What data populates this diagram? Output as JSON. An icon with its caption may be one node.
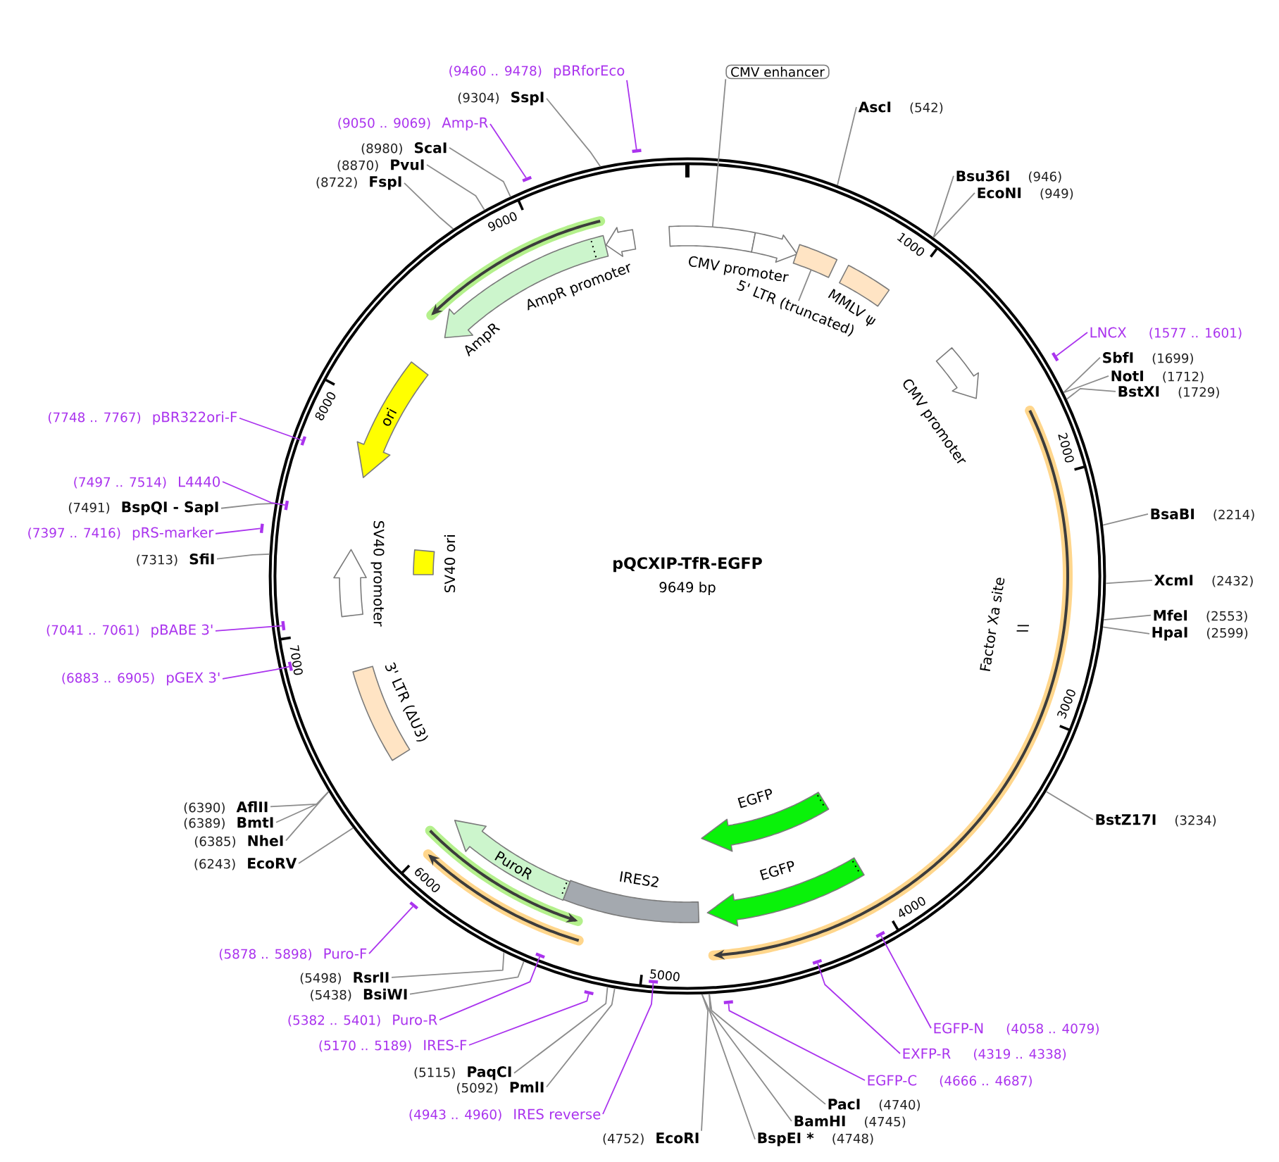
{
  "diagram": {
    "nodes": [
      {
        "text": [
          "pQCXIP-TfR-EGFP",
          "9649 bp"
        ]
      },
      {
        "text": [],
        "shape": "box",
        "in": 0
      },
      {
        "text": [
          "CMV promoter"
        ],
        "in": 0
      },
      {
        "text": [],
        "shape": "box",
        "in": 0
      },
      {
        "text": [
          "5' LTR (truncated)"
        ],
        "in": 0
      },
      {
        "text": [
          "MMLV ψ"
        ],
        "in": 0
      },
      {
        "text": [
          "CMV promoter"
        ],
        "in": 0
      },
      {
        "text": [
          "Factor Xa site"
        ],
        "in": 0
      },
      {
        "text": [
          "EGFP"
        ],
        "in": 0
      },
      {
        "text": [
          "EGFP"
        ],
        "in": 0
      },
      {
        "text": [
          "IRES2"
        ],
        "in": 0
      },
      {
        "text": [
          "PuroR"
        ],
        "in": 0
      },
      {
        "text": [
          "3' LTR (ΔU3)"
        ],
        "in": 0
      },
      {
        "text": [
          "SV40 promoter"
        ],
        "in": 0
      },
      {
        "text": [
          "SV40 ori"
        ],
        "in": 0
      },
      {
        "text": [
          "ori"
        ],
        "in": 0
      },
      {
        "text": [
          "AmpR"
        ],
        "in": 0
      },
      {
        "text": [
          "AmpR promoter"
        ],
        "in": 0
      },
      {
        "text": [
          "CMV enhancer"
        ]
      },
      {
        "text": [
          "AscI"
        ],
        "beside": [
          "(542)"
        ]
      },
      {
        "text": [
          "Bsu36I"
        ],
        "beside": [
          "(946)"
        ]
      },
      {
        "text": [
          "EcoNI"
        ],
        "beside": [
          "(949)"
        ]
      },
      {
        "text": [
          "LNCX"
        ],
        "beside": [
          "(1577 .. 1601)"
        ]
      },
      {
        "text": [],
        "shape": "bar"
      },
      {
        "text": [
          "SbfI"
        ],
        "beside": [
          "(1699)"
        ]
      },
      {
        "text": [
          "NotI"
        ],
        "beside": [
          "(1712)"
        ]
      },
      {
        "text": [
          "BstXI"
        ],
        "beside": [
          "(1729)"
        ]
      },
      {
        "text": [
          "BsaBI"
        ],
        "beside": [
          "(2214)"
        ]
      },
      {
        "text": [
          "XcmI"
        ],
        "beside": [
          "(2432)"
        ]
      },
      {
        "text": [
          "MfeI"
        ],
        "beside": [
          "(2553)"
        ]
      },
      {
        "text": [
          "HpaI"
        ],
        "beside": [
          "(2599)"
        ]
      },
      {
        "text": [
          "BstZ17I"
        ],
        "beside": [
          "(3234)"
        ]
      },
      {
        "text": [
          "EGFP-N"
        ],
        "beside": [
          "(4058 .. 4079)"
        ]
      },
      {
        "text": [],
        "shape": "bar",
        "in": 0
      },
      {
        "text": [
          "EXFP-R"
        ],
        "beside": [
          "(4319 .. 4338)"
        ]
      },
      {
        "text": [],
        "shape": "bar",
        "in": 0
      },
      {
        "text": [
          "EGFP-C"
        ],
        "beside": [
          "(4666 .. 4687)"
        ]
      },
      {
        "text": [],
        "shape": "bar"
      },
      {
        "text": [
          "PacI"
        ],
        "beside": [
          "(4740)"
        ]
      },
      {
        "text": [
          "BamHI"
        ],
        "beside": [
          "(4745)"
        ]
      },
      {
        "text": [
          "BspEI *"
        ],
        "beside": [
          "(4748)"
        ]
      },
      {
        "text": [
          "EcoRI"
        ],
        "beside": [
          "(4752)"
        ]
      },
      {
        "text": [
          "IRES reverse"
        ],
        "beside": [
          "(4943 .. 4960)"
        ]
      },
      {
        "text": [],
        "shape": "bar",
        "in": 0
      },
      {
        "text": [
          "PmlI"
        ],
        "beside": [
          "(5092)"
        ]
      },
      {
        "text": [
          "PaqCI"
        ],
        "beside": [
          "(5115)"
        ]
      },
      {
        "text": [
          "IRES-F"
        ],
        "beside": [
          "(5170 .. 5189)"
        ]
      },
      {
        "text": [],
        "shape": "bar"
      },
      {
        "text": [
          "Puro-R"
        ],
        "beside": [
          "(5382 .. 5401)"
        ]
      },
      {
        "text": [],
        "shape": "bar",
        "in": 0
      },
      {
        "text": [
          "BsiWI"
        ],
        "beside": [
          "(5438)"
        ]
      },
      {
        "text": [
          "RsrII"
        ],
        "beside": [
          "(5498)"
        ]
      },
      {
        "text": [
          "Puro-F"
        ],
        "beside": [
          "(5878 .. 5898)"
        ]
      },
      {
        "text": [],
        "shape": "bar"
      },
      {
        "text": [
          "EcoRV"
        ],
        "beside": [
          "(6243)"
        ]
      },
      {
        "text": [
          "NheI"
        ],
        "beside": [
          "(6385)"
        ]
      },
      {
        "text": [
          "BmtI"
        ],
        "beside": [
          "(6389)"
        ]
      },
      {
        "text": [
          "AflII"
        ],
        "beside": [
          "(6390)"
        ]
      },
      {
        "text": [
          "pGEX 3'"
        ],
        "beside": [
          "(6883 .. 6905)"
        ]
      },
      {
        "text": [],
        "shape": "bar",
        "in": 0
      },
      {
        "text": [
          "pBABE 3'"
        ],
        "beside": [
          "(7041 .. 7061)"
        ]
      },
      {
        "text": [],
        "shape": "bar",
        "in": 0
      },
      {
        "text": [
          "SfiI"
        ],
        "beside": [
          "(7313)"
        ]
      },
      {
        "text": [
          "pRS-marker"
        ],
        "beside": [
          "(7397 .. 7416)"
        ]
      },
      {
        "text": [],
        "shape": "bar"
      },
      {
        "text": [
          "BspQI - SapI"
        ],
        "beside": [
          "(7491)"
        ]
      },
      {
        "text": [
          "L4440"
        ],
        "beside": [
          "(7497 .. 7514)"
        ]
      },
      {
        "text": [],
        "shape": "bar",
        "in": 0
      },
      {
        "text": [
          "pBR322ori-F"
        ],
        "beside": [
          "(7748 .. 7767)"
        ]
      },
      {
        "text": [],
        "shape": "bar",
        "in": 0
      },
      {
        "text": [
          "FspI"
        ],
        "beside": [
          "(8722)"
        ]
      },
      {
        "text": [
          "PvuI"
        ],
        "beside": [
          "(8870)"
        ]
      },
      {
        "text": [
          "ScaI"
        ],
        "beside": [
          "(8980)"
        ]
      },
      {
        "text": [
          "Amp-R"
        ],
        "beside": [
          "(9050 .. 9069)"
        ]
      },
      {
        "text": [],
        "shape": "bar"
      },
      {
        "text": [
          "SspI"
        ],
        "beside": [
          "(9304)"
        ]
      },
      {
        "text": [
          "pBRforEco"
        ],
        "beside": [
          "(9460 .. 9478)"
        ]
      },
      {
        "text": [],
        "shape": "bar"
      }
    ],
    "edges": [
      {
        "from": 18,
        "to": 1,
        "arrow": "none"
      },
      {
        "from": 4,
        "to": 3,
        "arrow": "none"
      },
      {
        "from": 19,
        "to": 0,
        "arrow": "none"
      },
      {
        "from": 20,
        "to": 0,
        "arrow": "none"
      },
      {
        "from": 21,
        "to": 0,
        "arrow": "none"
      },
      {
        "from": 22,
        "to": 23,
        "arrow": "none",
        "color": "#aa33ee"
      },
      {
        "from": 24,
        "to": 0,
        "arrow": "none"
      },
      {
        "from": 25,
        "to": 0,
        "arrow": "none"
      },
      {
        "from": 26,
        "to": 0,
        "arrow": "none"
      },
      {
        "from": 27,
        "to": 0,
        "arrow": "none"
      },
      {
        "from": 28,
        "to": 0,
        "arrow": "none"
      },
      {
        "from": 29,
        "to": 0,
        "arrow": "none"
      },
      {
        "from": 30,
        "to": 0,
        "arrow": "none"
      },
      {
        "from": 31,
        "to": 0,
        "arrow": "none"
      },
      {
        "from": 32,
        "to": 33,
        "arrow": "none",
        "color": "#aa33ee"
      },
      {
        "from": 34,
        "to": 35,
        "arrow": "none",
        "color": "#aa33ee"
      },
      {
        "from": 36,
        "to": 37,
        "arrow": "none",
        "color": "#aa33ee"
      },
      {
        "from": 38,
        "to": 0,
        "arrow": "none"
      },
      {
        "from": 39,
        "to": 0,
        "arrow": "none"
      },
      {
        "from": 40,
        "to": 0,
        "arrow": "none"
      },
      {
        "from": 41,
        "to": 0,
        "arrow": "none"
      },
      {
        "from": 42,
        "to": 43,
        "arrow": "none",
        "color": "#aa33ee"
      },
      {
        "from": 44,
        "to": 0,
        "arrow": "none"
      },
      {
        "from": 45,
        "to": 0,
        "arrow": "none"
      },
      {
        "from": 46,
        "to": 47,
        "arrow": "none",
        "color": "#aa33ee"
      },
      {
        "from": 48,
        "to": 49,
        "arrow": "none",
        "color": "#aa33ee"
      },
      {
        "from": 50,
        "to": 0,
        "arrow": "none"
      },
      {
        "from": 51,
        "to": 0,
        "arrow": "none"
      },
      {
        "from": 52,
        "to": 53,
        "arrow": "none",
        "color": "#aa33ee"
      },
      {
        "from": 54,
        "to": 0,
        "arrow": "none"
      },
      {
        "from": 55,
        "to": 0,
        "arrow": "none"
      },
      {
        "from": 56,
        "to": 0,
        "arrow": "none"
      },
      {
        "from": 57,
        "to": 0,
        "arrow": "none"
      },
      {
        "from": 58,
        "to": 59,
        "arrow": "none",
        "color": "#aa33ee"
      },
      {
        "from": 60,
        "to": 61,
        "arrow": "none",
        "color": "#aa33ee"
      },
      {
        "from": 62,
        "to": 0,
        "arrow": "none"
      },
      {
        "from": 63,
        "to": 64,
        "arrow": "none",
        "color": "#aa33ee"
      },
      {
        "from": 65,
        "to": 0,
        "arrow": "none"
      },
      {
        "from": 66,
        "to": 67,
        "arrow": "none",
        "color": "#aa33ee"
      },
      {
        "from": 68,
        "to": 69,
        "arrow": "none",
        "color": "#aa33ee"
      },
      {
        "from": 70,
        "to": 0,
        "arrow": "none"
      },
      {
        "from": 71,
        "to": 0,
        "arrow": "none"
      },
      {
        "from": 72,
        "to": 0,
        "arrow": "none"
      },
      {
        "from": 73,
        "to": 74,
        "arrow": "none",
        "color": "#aa33ee"
      },
      {
        "from": 75,
        "to": 0,
        "arrow": "none"
      },
      {
        "from": 76,
        "to": 77,
        "arrow": "none",
        "color": "#aa33ee"
      }
    ],
    "labels": [
      "1000",
      "2000",
      "3000",
      "4000",
      "5000",
      "6000",
      "7000",
      "8000",
      "9000"
    ]
  }
}
